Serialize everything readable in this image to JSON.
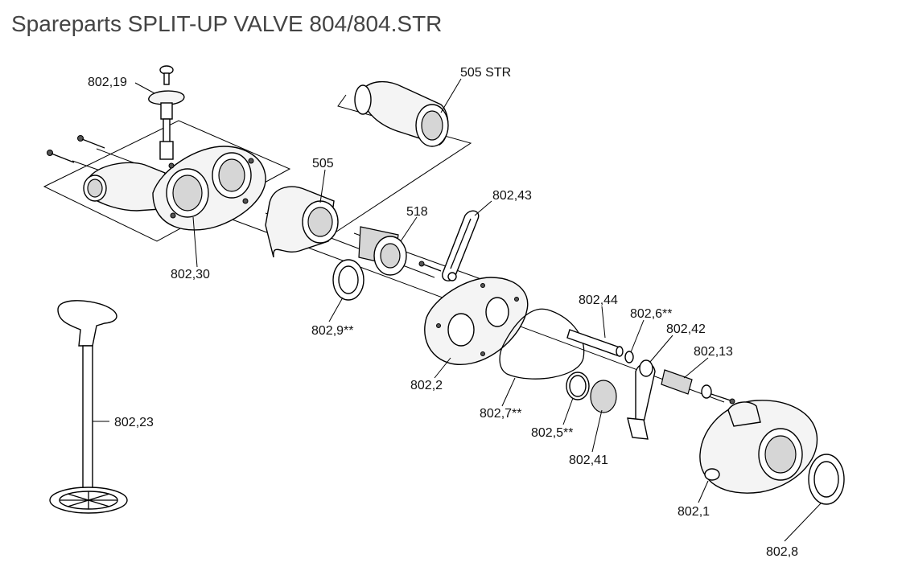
{
  "title": "Spareparts SPLIT-UP VALVE 804/804.STR",
  "parts": [
    {
      "id": "802-19",
      "label": "802,19"
    },
    {
      "id": "505-str",
      "label": "505 STR"
    },
    {
      "id": "505",
      "label": "505"
    },
    {
      "id": "518",
      "label": "518"
    },
    {
      "id": "802-43",
      "label": "802,43"
    },
    {
      "id": "802-30",
      "label": "802,30"
    },
    {
      "id": "802-44",
      "label": "802,44"
    },
    {
      "id": "802-6",
      "label": "802,6**"
    },
    {
      "id": "802-42",
      "label": "802,42"
    },
    {
      "id": "802-9",
      "label": "802,9**"
    },
    {
      "id": "802-13",
      "label": "802,13"
    },
    {
      "id": "802-2",
      "label": "802,2"
    },
    {
      "id": "802-23",
      "label": "802,23"
    },
    {
      "id": "802-7",
      "label": "802,7**"
    },
    {
      "id": "802-5",
      "label": "802,5**"
    },
    {
      "id": "802-41",
      "label": "802,41"
    },
    {
      "id": "802-1",
      "label": "802,1"
    },
    {
      "id": "802-8",
      "label": "802,8"
    }
  ]
}
